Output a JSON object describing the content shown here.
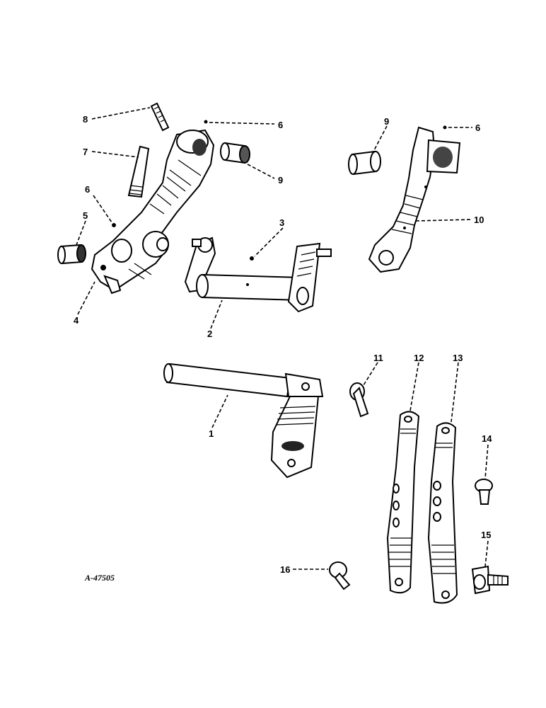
{
  "drawing_code": "A-47505",
  "callouts": [
    {
      "id": "c8",
      "text": "8"
    },
    {
      "id": "c6a",
      "text": "6"
    },
    {
      "id": "c7",
      "text": "7"
    },
    {
      "id": "c9a",
      "text": "9"
    },
    {
      "id": "c6b",
      "text": "6"
    },
    {
      "id": "c5",
      "text": "5"
    },
    {
      "id": "c4",
      "text": "4"
    },
    {
      "id": "c3",
      "text": "3"
    },
    {
      "id": "c2",
      "text": "2"
    },
    {
      "id": "c9b",
      "text": "9"
    },
    {
      "id": "c6c",
      "text": "6"
    },
    {
      "id": "c10",
      "text": "10"
    },
    {
      "id": "c1",
      "text": "1"
    },
    {
      "id": "c11",
      "text": "11"
    },
    {
      "id": "c12",
      "text": "12"
    },
    {
      "id": "c13",
      "text": "13"
    },
    {
      "id": "c14",
      "text": "14"
    },
    {
      "id": "c15",
      "text": "15"
    },
    {
      "id": "c16",
      "text": "16"
    }
  ]
}
